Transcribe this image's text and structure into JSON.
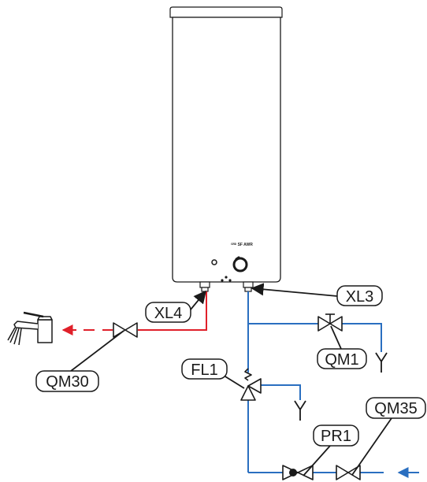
{
  "heater": {
    "brand": "ᴳᴿᴰ SF AWR"
  },
  "labels": {
    "xl4": "XL4",
    "xl3": "XL3",
    "qm30": "QM30",
    "qm1": "QM1",
    "fl1": "FL1",
    "pr1": "PR1",
    "qm35": "QM35"
  },
  "colors": {
    "hot_water": "#e0202a",
    "cold_water": "#2a6fc0",
    "outline": "#1a1a1a",
    "leader": "#1a1a1a"
  },
  "icons": {
    "faucet": "mixer-tap-icon",
    "drain": "drain-funnel-icon",
    "valve": "shutoff-valve-icon",
    "safety_valve": "safety-valve-icon",
    "reducer": "pressure-reducer-icon"
  }
}
